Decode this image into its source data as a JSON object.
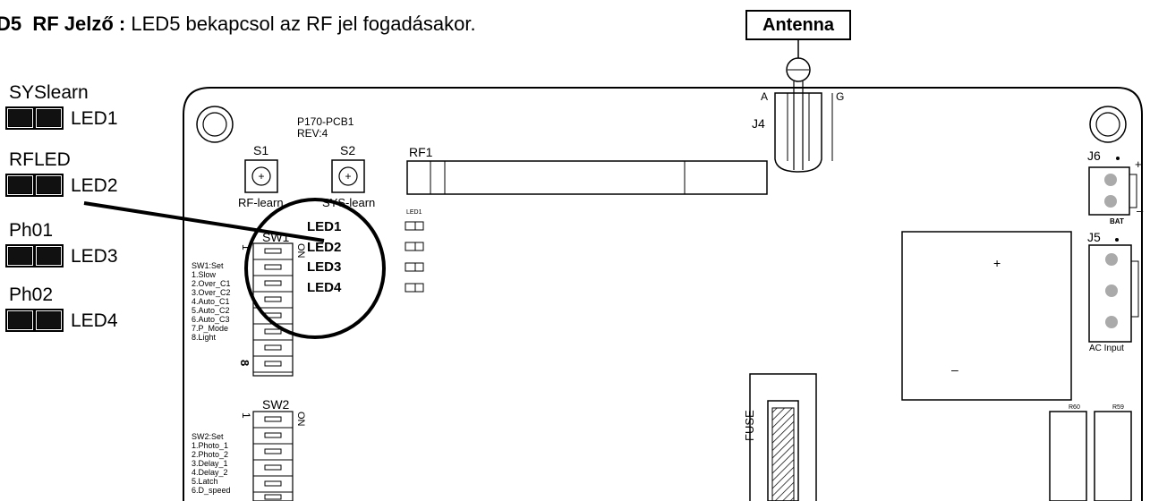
{
  "header": {
    "prefix": "D5",
    "title": "RF Jelző :",
    "text": "LED5 bekapcsol az RF jel fogadásakor."
  },
  "antenna_label": "Antenna",
  "legend": [
    {
      "title": "SYSlearn",
      "led": "LED1"
    },
    {
      "title": "RFLED",
      "led": "LED2"
    },
    {
      "title": "Ph01",
      "led": "LED3"
    },
    {
      "title": "Ph02",
      "led": "LED4"
    }
  ],
  "pcb": {
    "model": "P170-PCB1",
    "rev": "REV:4",
    "s1": "S1",
    "s2": "S2",
    "s1_caption": "RF-learn",
    "s2_caption": "SYS-learn",
    "rf1": "RF1",
    "j4": "J4",
    "j4_a": "A",
    "j4_g": "G",
    "j6": "J6",
    "j5": "J5",
    "bat": "BAT",
    "ac_input": "AC Input",
    "plus": "+",
    "minus": "–",
    "j6_plus": "+",
    "j6_minus": "–",
    "fuse": "FUSE",
    "r60": "R60",
    "r59": "R59",
    "led1_tiny": "LED1",
    "leds": [
      "LED1",
      "LED2",
      "LED3",
      "LED4"
    ],
    "sw1": {
      "name": "SW1",
      "on": "ON",
      "one": "1",
      "eight": "8",
      "labels": [
        "SW1:Set",
        "1.Slow",
        "2.Over_C1",
        "3.Over_C2",
        "4.Auto_C1",
        "5.Auto_C2",
        "6.Auto_C3",
        "7.P_Mode",
        "8.Light"
      ]
    },
    "sw2": {
      "name": "SW2",
      "on": "ON",
      "one": "1",
      "labels": [
        "SW2:Set",
        "1.Photo_1",
        "2.Photo_2",
        "3.Delay_1",
        "4.Delay_2",
        "5.Latch",
        "6.D_speed"
      ]
    }
  }
}
